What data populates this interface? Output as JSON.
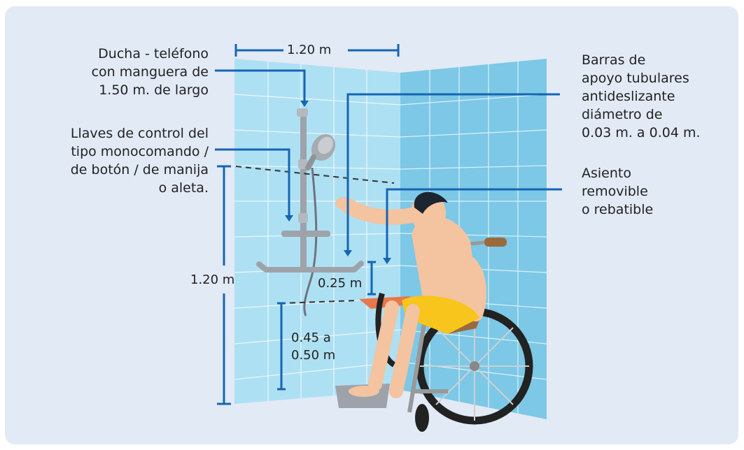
{
  "labels": {
    "shower": "Ducha - teléfono\ncon manguera de\n1.50 m. de largo",
    "controls": "Llaves de control del\ntipo monocomando /\nde botón / de manija\no aleta.",
    "bars": "Barras de\napoyo tubulares\nantideslizante\ndiámetro de\n0.03 m. a 0.04 m.",
    "seat": "Asiento\nremovible\no rebatible"
  },
  "dimensions": {
    "width": "1.20 m",
    "height": "1.20 m",
    "bar_gap": "0.25 m",
    "seat_height": "0.45 a\n0.50 m"
  },
  "colors": {
    "panel_bg": "#e2eaf6",
    "wall_left": "#aee0f3",
    "wall_right": "#7cc8e6",
    "dimension_blue": "#1565b4",
    "chair_orange": "#e8774a",
    "shorts_yellow": "#f7c51b",
    "skin": "#f4c3a0"
  },
  "icons": [
    "shower-head-icon",
    "wheelchair-icon",
    "person-icon",
    "grab-bar-icon",
    "seat-icon"
  ]
}
